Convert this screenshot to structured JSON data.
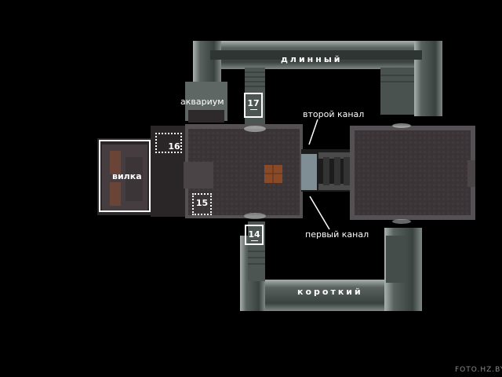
{
  "map": {
    "labels": {
      "long": "длинный",
      "aquarium": "аквариум",
      "second_channel": "второй канал",
      "first_channel": "первый канал",
      "fork": "вилка",
      "short": "короткий"
    },
    "markers": {
      "m17": "17",
      "m16": "16",
      "m15": "15",
      "m14": "14"
    },
    "watermark": "FOTO.HZ.BY"
  },
  "colors": {
    "background": "#000000",
    "corridor_wall": "#8a9490",
    "corridor_floor": "#3f4644",
    "room_floor": "#3b3537",
    "room_wall": "#5a5458",
    "crate": "#8a4a28",
    "label": "#ffffff"
  }
}
